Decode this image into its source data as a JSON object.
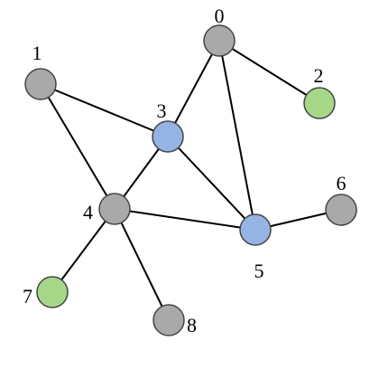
{
  "colors": {
    "gray": "#a9a9a9",
    "blue": "#95b3e3",
    "green": "#a6d789",
    "edge": "#000000"
  },
  "nodes": [
    {
      "id": "0",
      "label": "0",
      "color": "gray"
    },
    {
      "id": "1",
      "label": "1",
      "color": "gray"
    },
    {
      "id": "2",
      "label": "2",
      "color": "green"
    },
    {
      "id": "3",
      "label": "3",
      "color": "blue"
    },
    {
      "id": "4",
      "label": "4",
      "color": "gray"
    },
    {
      "id": "5",
      "label": "5",
      "color": "blue"
    },
    {
      "id": "6",
      "label": "6",
      "color": "gray"
    },
    {
      "id": "7",
      "label": "7",
      "color": "green"
    },
    {
      "id": "8",
      "label": "8",
      "color": "gray"
    }
  ],
  "edges": [
    [
      "0",
      "2"
    ],
    [
      "0",
      "3"
    ],
    [
      "0",
      "5"
    ],
    [
      "1",
      "3"
    ],
    [
      "1",
      "4"
    ],
    [
      "3",
      "4"
    ],
    [
      "3",
      "5"
    ],
    [
      "4",
      "5"
    ],
    [
      "5",
      "6"
    ],
    [
      "4",
      "7"
    ],
    [
      "4",
      "8"
    ]
  ]
}
